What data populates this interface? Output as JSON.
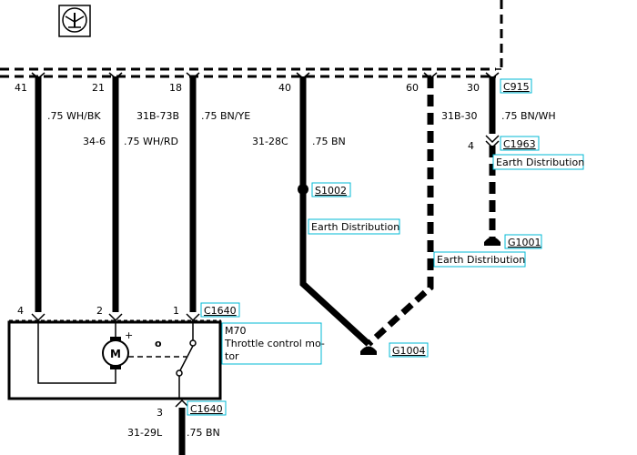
{
  "icon": "ground-symbol-icon",
  "colors": {
    "wire": "#000000",
    "reference_box": "#00b8d4",
    "background": "#ffffff"
  },
  "circuits": [
    {
      "pin": "41",
      "size_color": ".75 WH/BK"
    },
    {
      "pin": "21",
      "circuit": "34-6",
      "size_color": ".75 WH/RD"
    },
    {
      "pin": "18",
      "circuit": "31B-73B",
      "size_color": ".75 BN/YE"
    },
    {
      "pin": "40",
      "circuit": "31-28C",
      "size_color": ".75 BN"
    },
    {
      "pin": "60",
      "circuit": "31B-30"
    },
    {
      "pin": "30",
      "size_color": ".75 BN/WH"
    }
  ],
  "connectors": {
    "c915": "C915",
    "c1963": "C1963",
    "c1963_pin": "4",
    "c1640_top": "C1640",
    "c1640_bottom": "C1640",
    "c1640_bottom_pin": "3"
  },
  "splice": "S1002",
  "grounds": {
    "g1001": "G1001",
    "g1004": "G1004"
  },
  "labels": {
    "earth_distribution_1": "Earth Distribution",
    "earth_distribution_2": "Earth Distribution",
    "earth_distribution_3": "Earth Distribution"
  },
  "component": {
    "id": "M70",
    "name_line1": "Throttle control mo-",
    "name_line2": "tor",
    "pins": [
      "4",
      "2",
      "1"
    ],
    "motor_symbol": "M",
    "plus_sign": "+",
    "zero_mark": "o"
  },
  "bottom_wire": {
    "circuit": "31-29L",
    "size_color": ".75 BN"
  }
}
